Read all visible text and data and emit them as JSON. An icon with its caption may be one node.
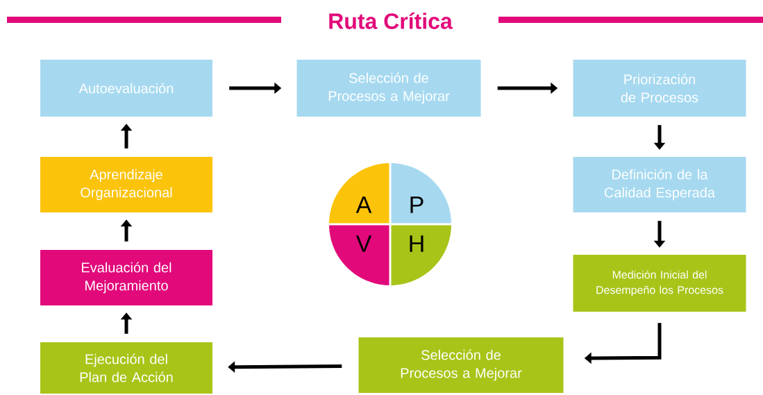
{
  "diagram": {
    "title": "Ruta Crítica",
    "nodes": [
      {
        "text": [
          "Autoevaluación"
        ]
      },
      {
        "text": [
          "Selección de Procesos a Mejorar"
        ]
      },
      {
        "text": [
          "Priorización de Procesos"
        ]
      },
      {
        "text": [
          "Definición de la Calidad Esperada"
        ]
      },
      {
        "text": [
          "Medición Inicial del Desempeño los Procesos"
        ]
      },
      {
        "text": [
          "Selección de Procesos a Mejorar"
        ]
      },
      {
        "text": [
          "Ejecución del Plan de Acción"
        ]
      },
      {
        "text": [
          "Evaluación del Mejoramiento"
        ]
      },
      {
        "text": [
          "Aprendizaje Organizacional"
        ]
      }
    ],
    "edges": [
      {
        "from": 0,
        "to": 1,
        "arrow": "to"
      },
      {
        "from": 1,
        "to": 2,
        "arrow": "to"
      },
      {
        "from": 2,
        "to": 3,
        "arrow": "to"
      },
      {
        "from": 3,
        "to": 4,
        "arrow": "to"
      },
      {
        "from": 4,
        "to": 5,
        "arrow": "to"
      },
      {
        "from": 5,
        "to": 6,
        "arrow": "to"
      },
      {
        "from": 6,
        "to": 7,
        "arrow": "to"
      },
      {
        "from": 7,
        "to": 8,
        "arrow": "to"
      },
      {
        "from": 8,
        "to": 0,
        "arrow": "to"
      }
    ],
    "labels": [
      "A",
      "P",
      "V",
      "H"
    ]
  }
}
